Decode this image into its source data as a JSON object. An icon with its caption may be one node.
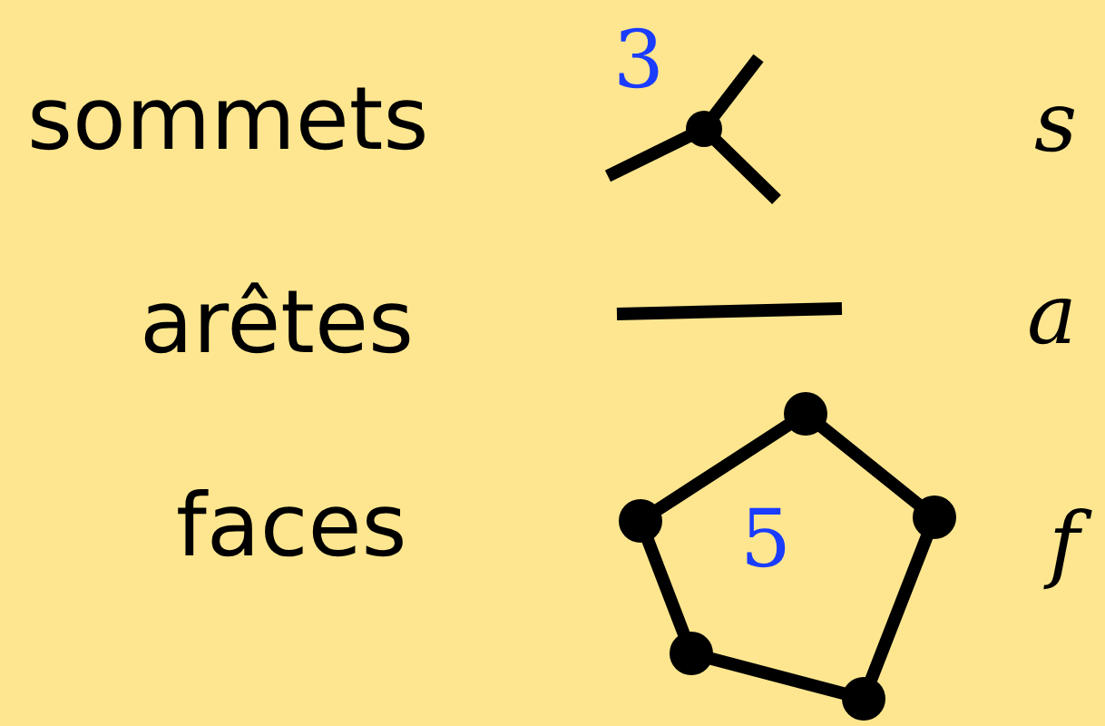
{
  "diagram": {
    "labels": [
      "sommets",
      "3",
      "s",
      "arêtes",
      "a",
      "faces",
      "5",
      "f"
    ]
  }
}
